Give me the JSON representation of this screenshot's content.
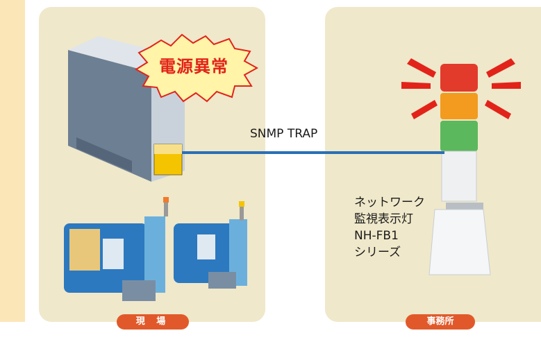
{
  "diagram": {
    "alert_text": "電源異常",
    "link_label": "SNMP TRAP",
    "device_name_lines": [
      "ネットワーク",
      "監視表示灯",
      "NH-FB1",
      "シリーズ"
    ],
    "tabs": {
      "left": "現 場",
      "right": "事務所"
    }
  },
  "colors": {
    "panel": "#efe8ca",
    "tab": "#e1592a",
    "link": "#2a6fb6",
    "alert": "#e2231a",
    "left_stripe": "#fbe6b8"
  }
}
